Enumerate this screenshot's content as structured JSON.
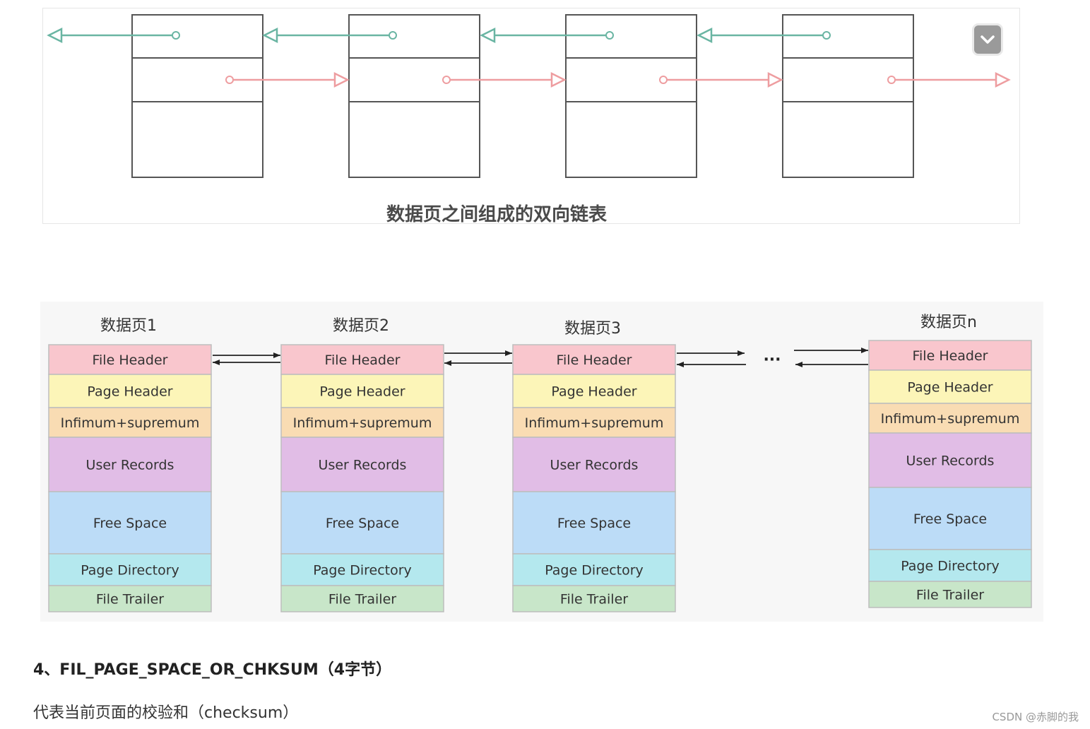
{
  "diagram_top": {
    "caption": "数据页之间组成的双向链表",
    "page_count": 4,
    "prev_color": "#6ab5a3",
    "next_color": "#ee9da0"
  },
  "collapse_button": {
    "icon": "chevron-down-icon"
  },
  "diagram_bottom": {
    "pages": [
      {
        "title": "数据页1"
      },
      {
        "title": "数据页2"
      },
      {
        "title": "数据页3"
      },
      {
        "title": "数据页n"
      }
    ],
    "ellipsis": "···",
    "sections": [
      {
        "label": "File Header",
        "color": "#f9c6cd"
      },
      {
        "label": "Page Header",
        "color": "#fcf5b8"
      },
      {
        "label": "Infimum+supremum",
        "color": "#f9dcb3"
      },
      {
        "label": "User Records",
        "color": "#e1bde6"
      },
      {
        "label": "Free Space",
        "color": "#bcdcf7"
      },
      {
        "label": "Page Directory",
        "color": "#b4e8ee"
      },
      {
        "label": "File Trailer",
        "color": "#c8e6c9"
      }
    ]
  },
  "article": {
    "heading": "4、FIL_PAGE_SPACE_OR_CHKSUM（4字节）",
    "paragraph": "代表当前页面的校验和（checksum）",
    "watermark": "CSDN @赤脚的我"
  }
}
